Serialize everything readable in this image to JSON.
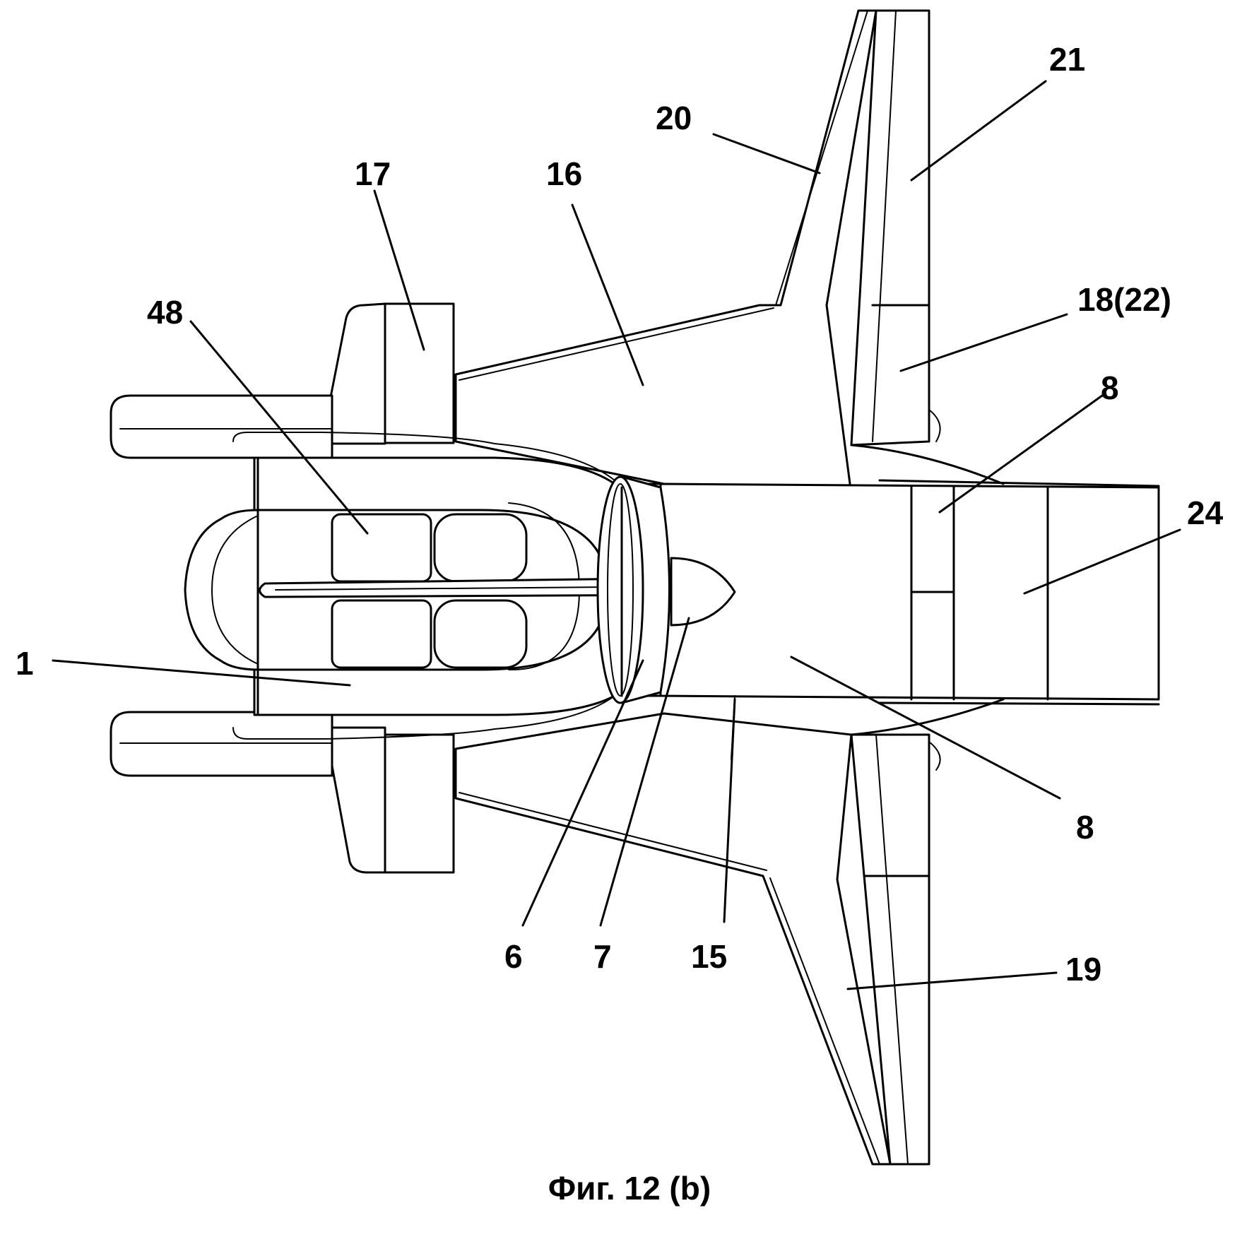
{
  "figure": {
    "caption": "Фиг. 12 (b)"
  },
  "labels": {
    "l1": "1",
    "l6": "6",
    "l7": "7",
    "l8a": "8",
    "l8b": "8",
    "l15": "15",
    "l16": "16",
    "l17": "17",
    "l18": "18(22)",
    "l19": "19",
    "l20": "20",
    "l21": "21",
    "l24": "24",
    "l48": "48"
  }
}
